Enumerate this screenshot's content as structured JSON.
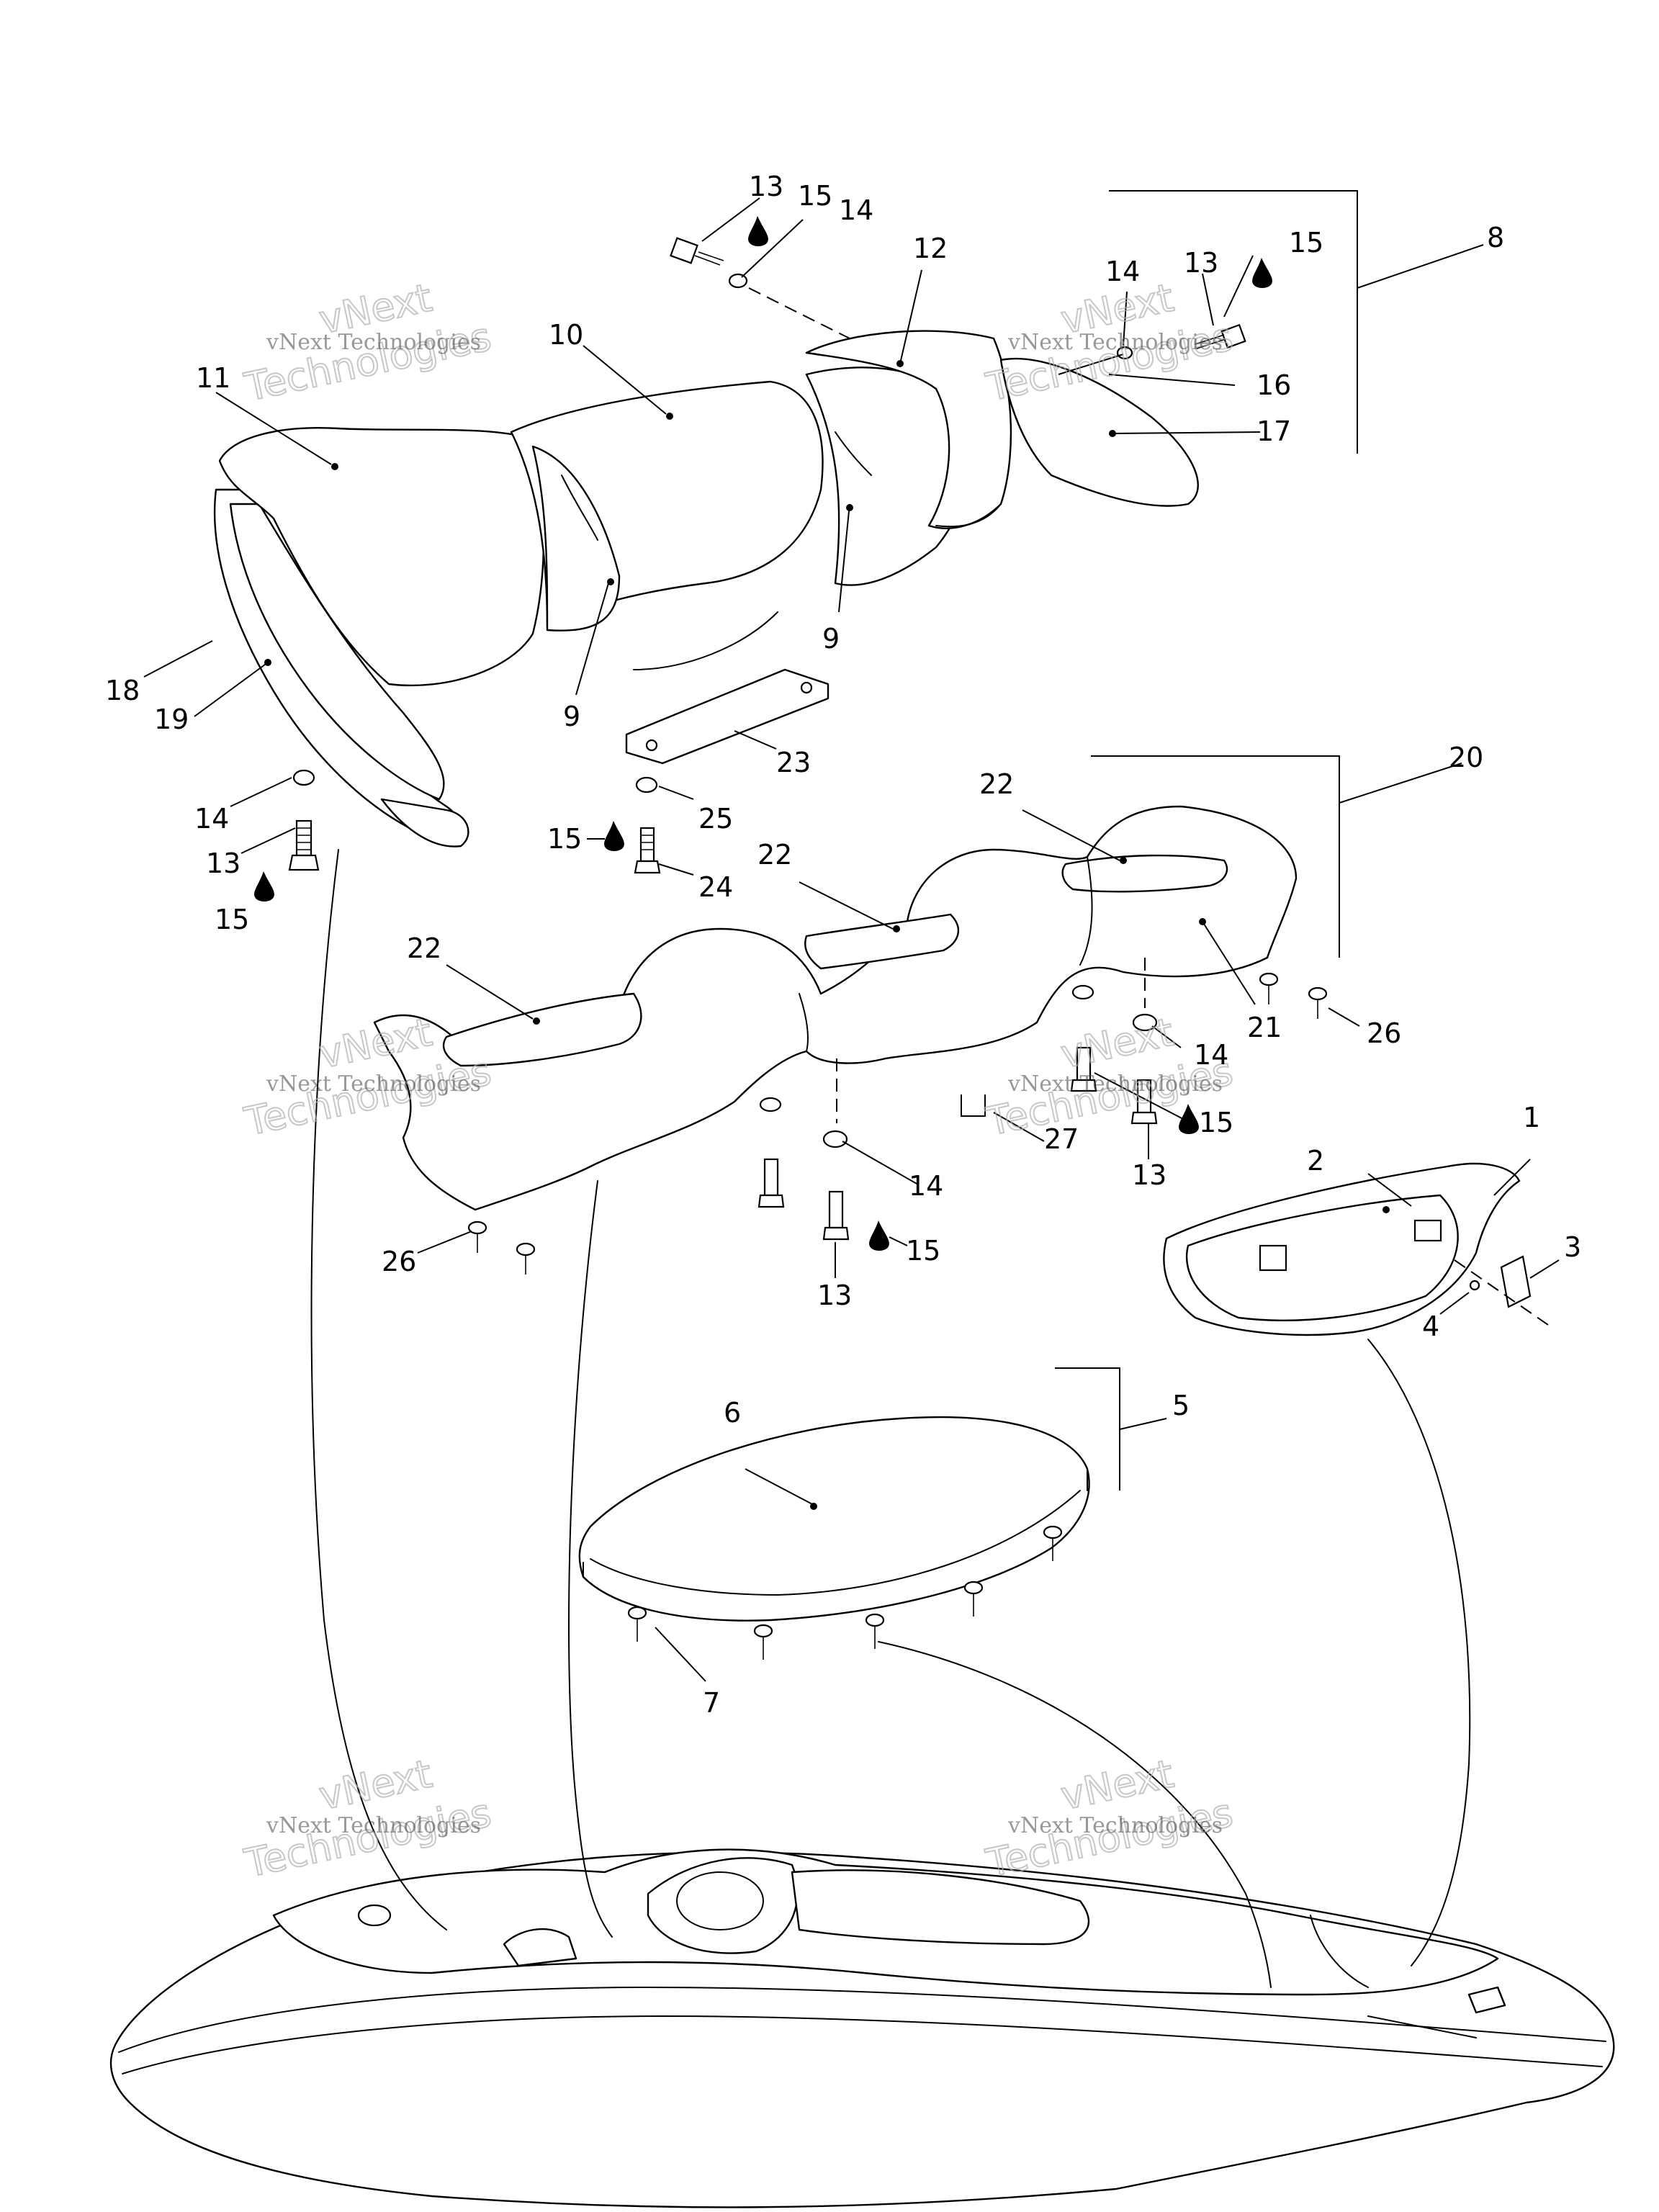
{
  "callouts": [
    "1",
    "2",
    "3",
    "4",
    "5",
    "6",
    "7",
    "8",
    "9",
    "10",
    "11",
    "12",
    "13",
    "14",
    "15",
    "16",
    "17",
    "18",
    "19",
    "20",
    "21",
    "22",
    "23",
    "24",
    "25",
    "26",
    "27"
  ],
  "watermark": {
    "small": "vNext Technologies",
    "big_top": "vNext",
    "big_bottom": "Technologies"
  },
  "colors": {
    "line": "#000000",
    "background": "#ffffff",
    "watermark": "#b0b0b0"
  },
  "icons": [
    "sealant-drop-icon"
  ]
}
